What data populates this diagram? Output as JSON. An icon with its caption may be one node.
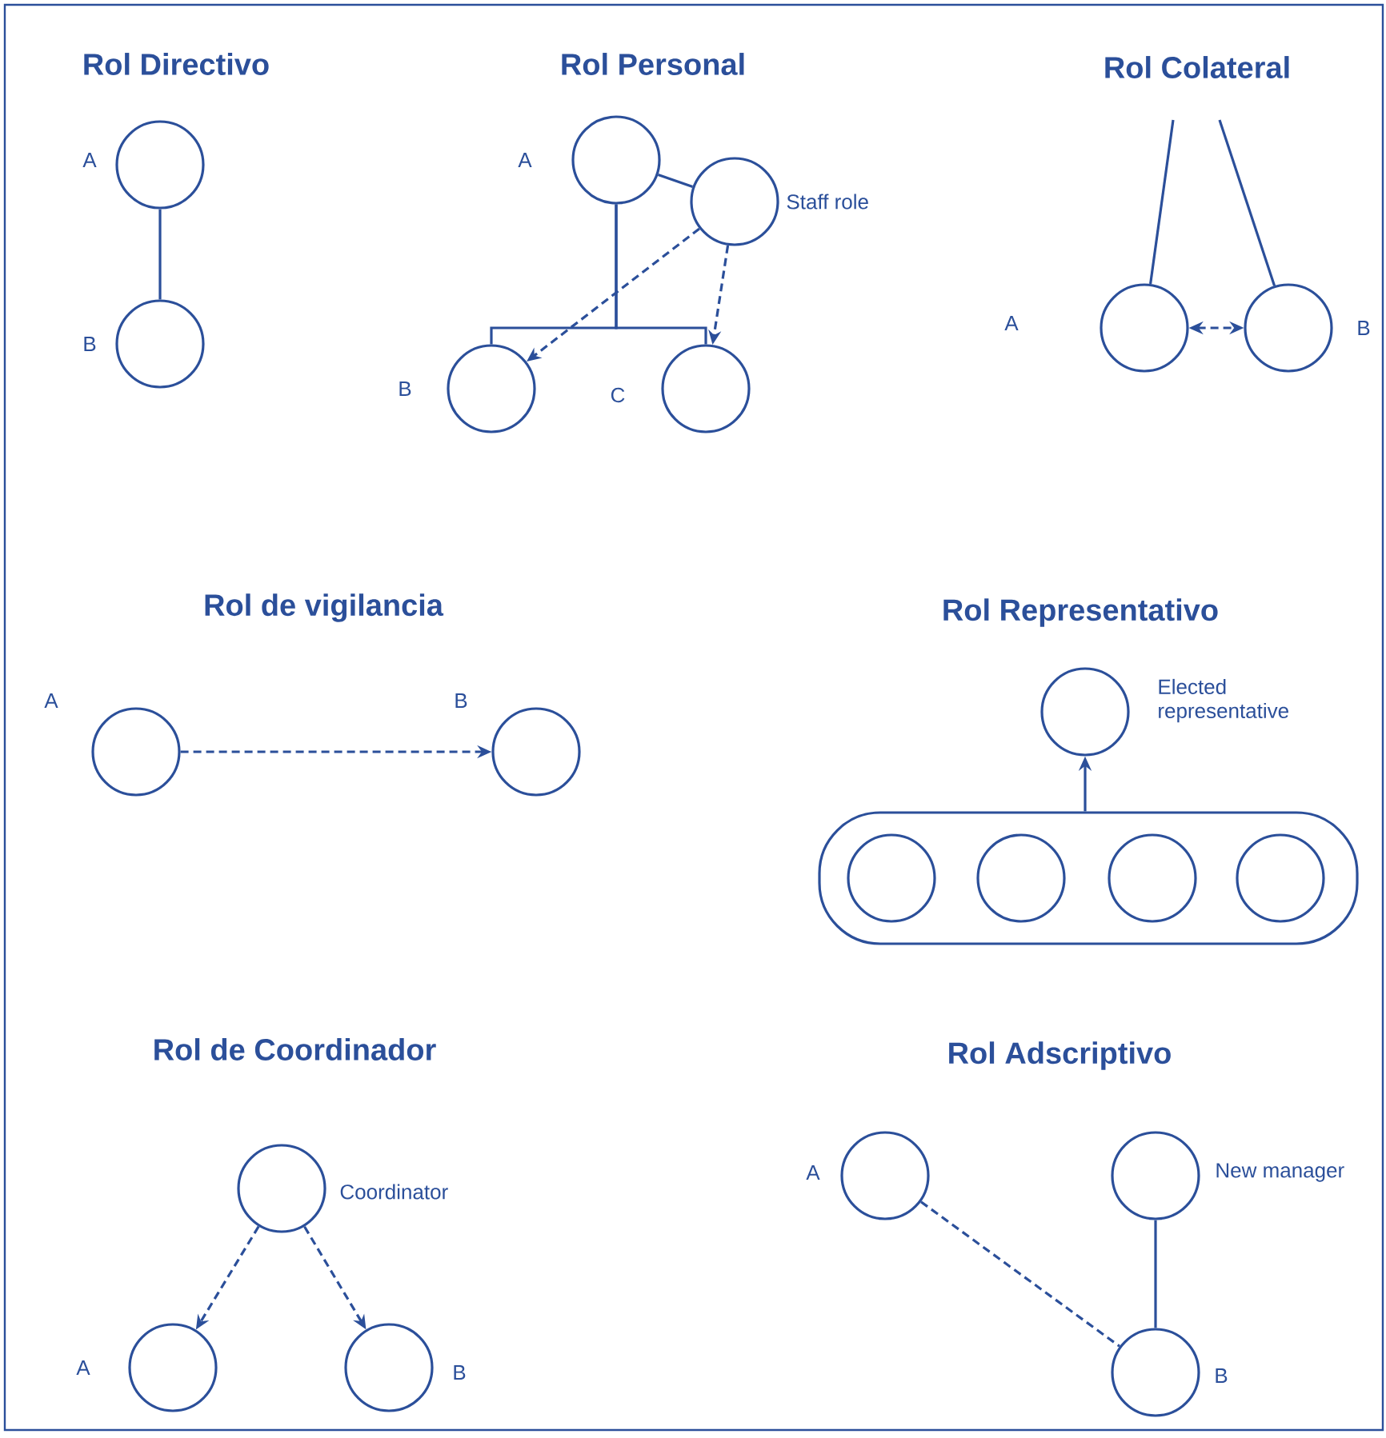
{
  "diagram": {
    "nodes": [
      {
        "text": [],
        "shape": "circle",
        "beside": [
          "A"
        ]
      },
      {
        "text": [],
        "shape": "circle",
        "beside": [
          "B"
        ]
      },
      {
        "text": [],
        "shape": "circle",
        "beside": [
          "A"
        ]
      },
      {
        "text": [],
        "shape": "circle",
        "beside": [
          "Staff role"
        ]
      },
      {
        "text": [],
        "shape": "circle",
        "beside": [
          "B"
        ]
      },
      {
        "text": [],
        "shape": "circle",
        "beside": [
          "C"
        ]
      },
      {
        "text": [],
        "shape": "circle",
        "beside": [
          "A"
        ]
      },
      {
        "text": [],
        "shape": "circle",
        "beside": [
          "B"
        ]
      },
      {
        "text": [],
        "shape": "circle",
        "beside": [
          "A"
        ]
      },
      {
        "text": [],
        "shape": "circle",
        "beside": [
          "B"
        ]
      },
      {
        "text": [],
        "shape": "circle",
        "beside": [
          "Elected representative"
        ]
      },
      {
        "text": [],
        "shape": "box"
      },
      {
        "text": [],
        "shape": "circle",
        "in": 11
      },
      {
        "text": [],
        "shape": "circle",
        "in": 11
      },
      {
        "text": [],
        "shape": "circle",
        "in": 11
      },
      {
        "text": [],
        "shape": "circle",
        "in": 11
      },
      {
        "text": [],
        "shape": "circle",
        "beside": [
          "Coordinator"
        ]
      },
      {
        "text": [],
        "shape": "circle",
        "beside": [
          "A"
        ]
      },
      {
        "text": [],
        "shape": "circle",
        "beside": [
          "B"
        ]
      },
      {
        "text": [],
        "shape": "circle",
        "beside": [
          "A"
        ]
      },
      {
        "text": [],
        "shape": "circle",
        "beside": [
          "New manager"
        ]
      },
      {
        "text": [],
        "shape": "circle",
        "beside": [
          "B"
        ]
      }
    ],
    "edges": [
      {
        "from": 0,
        "to": 1,
        "arrow": "none"
      },
      {
        "from": 2,
        "to": 3,
        "arrow": "none"
      },
      {
        "from": 2,
        "to": 4,
        "arrow": "none"
      },
      {
        "from": 2,
        "to": 5,
        "arrow": "none"
      },
      {
        "from": 3,
        "to": 4,
        "arrow": "to",
        "style": "dashed"
      },
      {
        "from": 3,
        "to": 5,
        "arrow": "to",
        "style": "dashed"
      },
      {
        "from": null,
        "to": 6,
        "arrow": "none"
      },
      {
        "from": null,
        "to": 7,
        "arrow": "none"
      },
      {
        "from": 6,
        "to": 7,
        "arrow": "both",
        "style": "dashed"
      },
      {
        "from": 8,
        "to": 9,
        "arrow": "to",
        "style": "dashed"
      },
      {
        "from": 11,
        "to": 10,
        "arrow": "to"
      },
      {
        "from": 16,
        "to": 17,
        "arrow": "to",
        "style": "dashed"
      },
      {
        "from": 16,
        "to": 18,
        "arrow": "to",
        "style": "dashed"
      },
      {
        "from": 19,
        "to": 21,
        "arrow": "none",
        "style": "dashed"
      },
      {
        "from": 20,
        "to": 21,
        "arrow": "none"
      }
    ],
    "labels": [
      "Rol Directivo",
      "Rol Personal",
      "Rol Colateral",
      "Rol de vigilancia",
      "Rol Representativo",
      "Rol de Coordinador",
      "Rol Adscriptivo"
    ]
  }
}
